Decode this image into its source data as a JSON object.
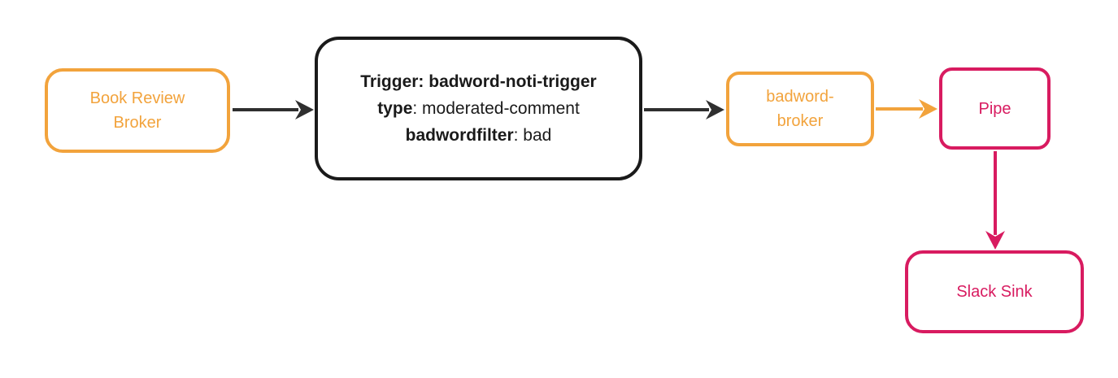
{
  "diagram": {
    "type": "flow",
    "colors": {
      "orange": "#F2A33C",
      "pink": "#D81B60",
      "ink": "#1a1a1a",
      "arrow_dark": "#2f2f2f",
      "bg": "#ffffff"
    },
    "nodes": {
      "book_review_broker": {
        "label": "Book Review\nBroker"
      },
      "trigger": {
        "line1": "Trigger: badword-noti-trigger",
        "line2_key": "type",
        "line2_value": ": moderated-comment",
        "line3_key": "badwordfilter",
        "line3_value": ": bad"
      },
      "badword_broker": {
        "label": "badword-\nbroker"
      },
      "pipe": {
        "label": "Pipe"
      },
      "slack_sink": {
        "label": "Slack Sink"
      }
    },
    "edges": [
      {
        "from": "book_review_broker",
        "to": "trigger",
        "color": "arrow_dark"
      },
      {
        "from": "trigger",
        "to": "badword_broker",
        "color": "arrow_dark"
      },
      {
        "from": "badword_broker",
        "to": "pipe",
        "color": "orange"
      },
      {
        "from": "pipe",
        "to": "slack_sink",
        "color": "pink"
      }
    ]
  }
}
